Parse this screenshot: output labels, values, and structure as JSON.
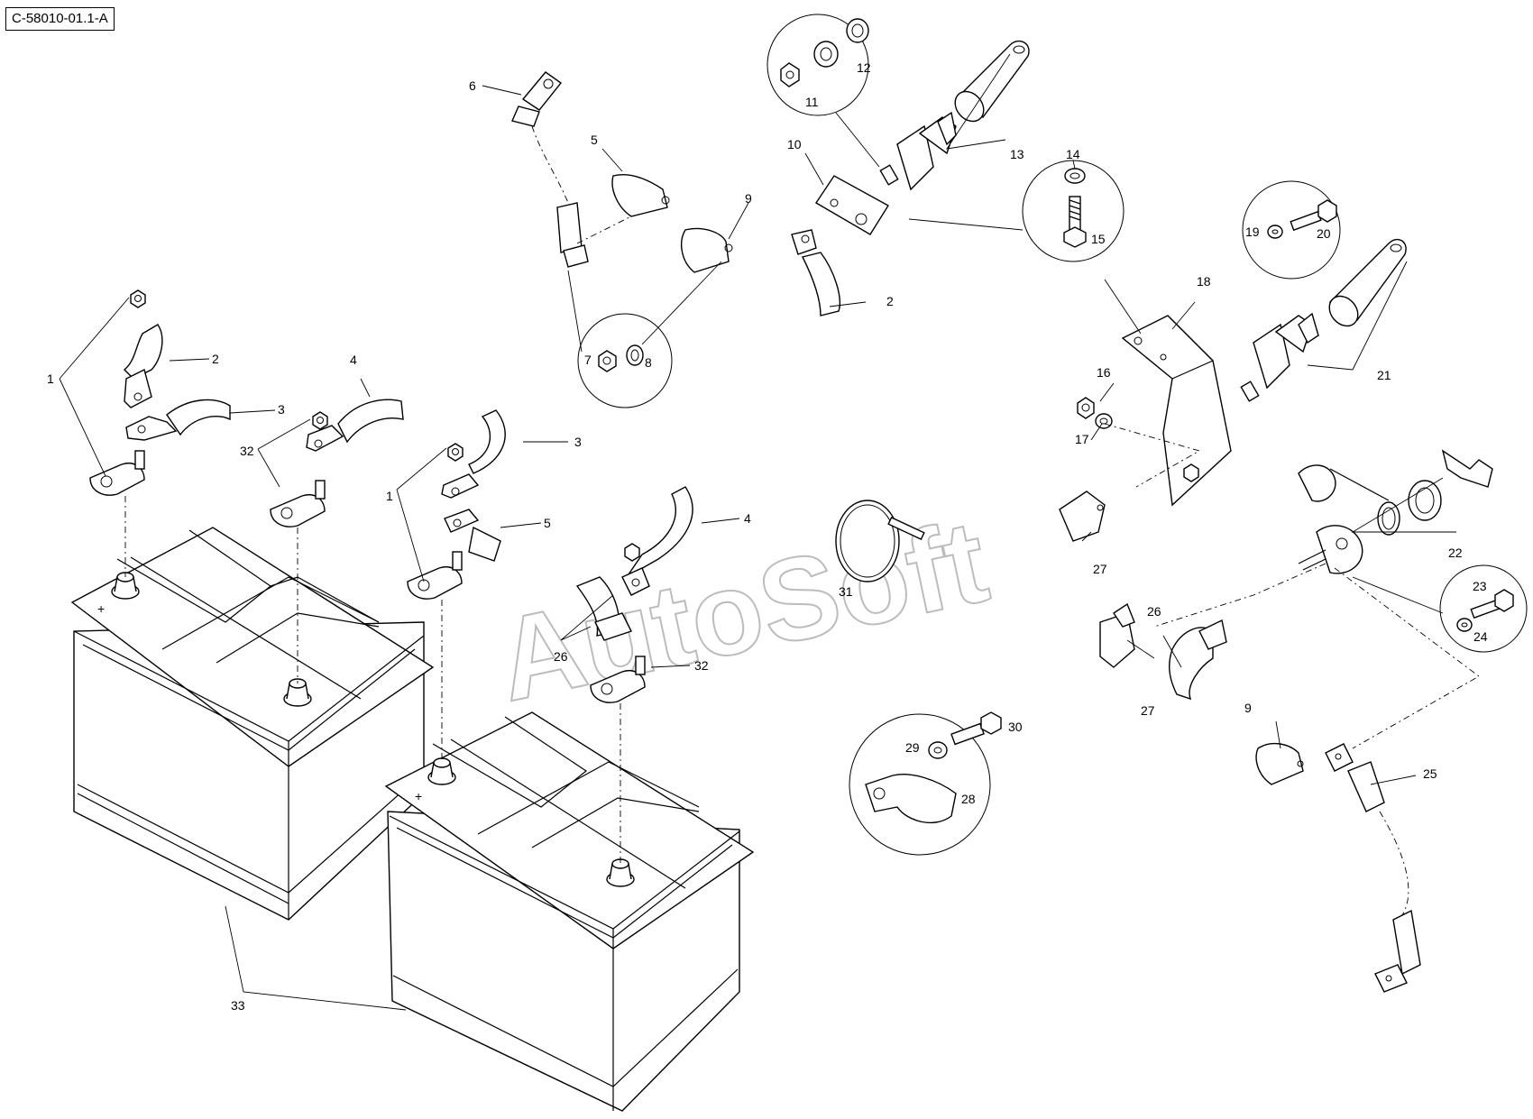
{
  "diagram_code": "C-58010-01.1-A",
  "watermark": "AutoSoft",
  "part_labels": [
    {
      "id": "lbl-1a",
      "text": "1"
    },
    {
      "id": "lbl-2a",
      "text": "2"
    },
    {
      "id": "lbl-3a",
      "text": "3"
    },
    {
      "id": "lbl-4a",
      "text": "4"
    },
    {
      "id": "lbl-32a",
      "text": "32"
    },
    {
      "id": "lbl-1b",
      "text": "1"
    },
    {
      "id": "lbl-3b",
      "text": "3"
    },
    {
      "id": "lbl-5b",
      "text": "5"
    },
    {
      "id": "lbl-4b",
      "text": "4"
    },
    {
      "id": "lbl-26b",
      "text": "26"
    },
    {
      "id": "lbl-32b",
      "text": "32"
    },
    {
      "id": "lbl-33",
      "text": "33"
    },
    {
      "id": "lbl-6",
      "text": "6"
    },
    {
      "id": "lbl-5a",
      "text": "5"
    },
    {
      "id": "lbl-9a",
      "text": "9"
    },
    {
      "id": "lbl-7",
      "text": "7"
    },
    {
      "id": "lbl-8",
      "text": "8"
    },
    {
      "id": "lbl-10",
      "text": "10"
    },
    {
      "id": "lbl-11",
      "text": "11"
    },
    {
      "id": "lbl-12",
      "text": "12"
    },
    {
      "id": "lbl-13",
      "text": "13"
    },
    {
      "id": "lbl-2b",
      "text": "2"
    },
    {
      "id": "lbl-14",
      "text": "14"
    },
    {
      "id": "lbl-15",
      "text": "15"
    },
    {
      "id": "lbl-18",
      "text": "18"
    },
    {
      "id": "lbl-16",
      "text": "16"
    },
    {
      "id": "lbl-17",
      "text": "17"
    },
    {
      "id": "lbl-19",
      "text": "19"
    },
    {
      "id": "lbl-20",
      "text": "20"
    },
    {
      "id": "lbl-21",
      "text": "21"
    },
    {
      "id": "lbl-22",
      "text": "22"
    },
    {
      "id": "lbl-23",
      "text": "23"
    },
    {
      "id": "lbl-24",
      "text": "24"
    },
    {
      "id": "lbl-27a",
      "text": "27"
    },
    {
      "id": "lbl-31",
      "text": "31"
    },
    {
      "id": "lbl-26a",
      "text": "26"
    },
    {
      "id": "lbl-27b",
      "text": "27"
    },
    {
      "id": "lbl-9b",
      "text": "9"
    },
    {
      "id": "lbl-25",
      "text": "25"
    },
    {
      "id": "lbl-29",
      "text": "29"
    },
    {
      "id": "lbl-30",
      "text": "30"
    },
    {
      "id": "lbl-28",
      "text": "28"
    }
  ]
}
